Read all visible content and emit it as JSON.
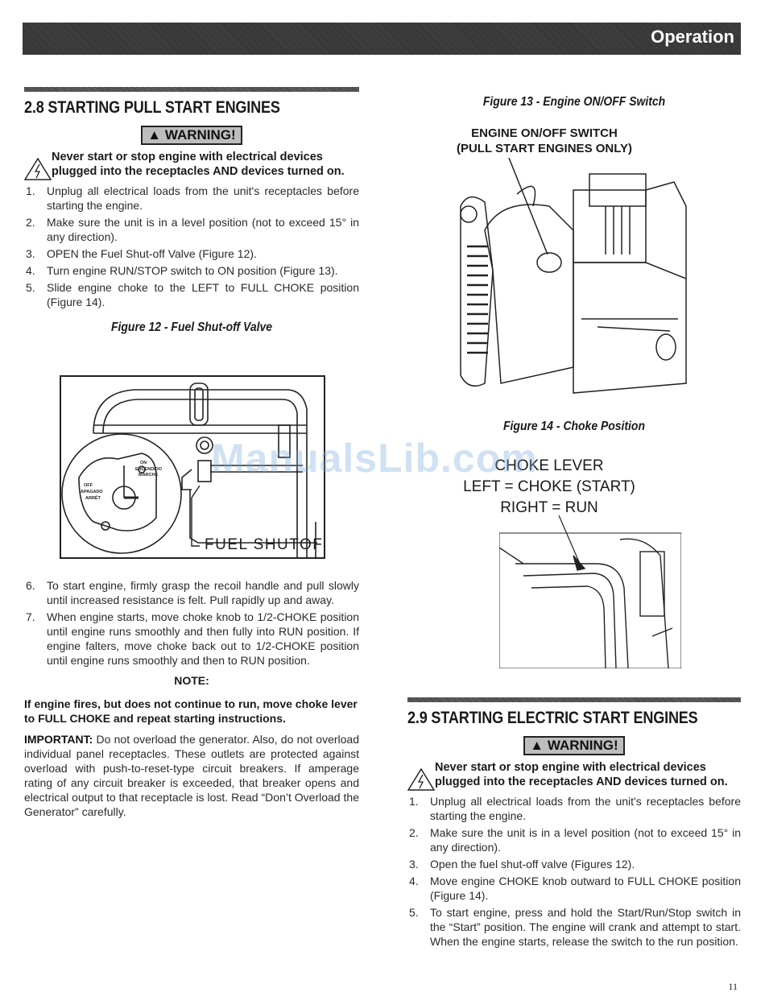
{
  "header": {
    "title": "Operation"
  },
  "section_28": {
    "title": "2.8  STARTING PULL START ENGINES",
    "warning_label": "WARNING!",
    "warning_text": "Never start or stop engine with electrical devices plugged into the receptacles AND devices turned on.",
    "steps_a": [
      {
        "num": "1.",
        "text": "Unplug all electrical loads from the unit's receptacles before starting the engine."
      },
      {
        "num": "2.",
        "text": "Make sure the unit is in a level position (not to exceed 15° in any direction)."
      },
      {
        "num": "3.",
        "text": "OPEN the Fuel Shut-off Valve (Figure 12)."
      },
      {
        "num": "4.",
        "text": "Turn engine RUN/STOP switch to ON position (Figure 13)."
      },
      {
        "num": "5.",
        "text": "Slide engine choke to the LEFT to FULL CHOKE position (Figure 14)."
      }
    ],
    "fig12_caption": "Figure 12 - Fuel Shut-off Valve",
    "fig12_label": "FUEL SHUTOFF",
    "fig12_dial_labels": [
      "ON",
      "ENCENDIDO",
      "MARCHE",
      "OFF",
      "APAGADO",
      "ARRÊT"
    ],
    "steps_b": [
      {
        "num": "6.",
        "text": "To start engine, firmly grasp the recoil handle and pull slowly until increased resistance is felt. Pull rapidly up and away."
      },
      {
        "num": "7.",
        "text": "When engine starts, move choke knob to 1/2-CHOKE position until engine runs smoothly and then fully into RUN position. If engine falters, move choke back out to 1/2-CHOKE position until engine runs smoothly and then to RUN position."
      }
    ],
    "note_head": "NOTE:",
    "note_body": "If engine fires, but does not continue to run, move choke lever to FULL CHOKE and repeat starting instructions.",
    "important_label": "IMPORTANT:",
    "important_text": " Do not overload the generator. Also, do not overload individual panel receptacles. These outlets are protected against overload with push-to-reset-type circuit breakers. If amperage rating of any circuit breaker is exceeded, that breaker opens and electrical output to that receptacle is lost. Read “Don’t Overload the Generator” carefully."
  },
  "fig13": {
    "caption": "Figure 13 - Engine ON/OFF Switch",
    "label_line1": "ENGINE ON/OFF SWITCH",
    "label_line2": "(PULL START ENGINES ONLY)"
  },
  "fig14": {
    "caption": "Figure 14 - Choke Position",
    "label_line1": "CHOKE LEVER",
    "label_line2": "LEFT = CHOKE (START)",
    "label_line3": "RIGHT = RUN"
  },
  "section_29": {
    "title": "2.9  STARTING ELECTRIC START ENGINES",
    "warning_label": "WARNING!",
    "warning_text": "Never start or stop engine with electrical devices plugged into the receptacles AND devices turned on.",
    "steps": [
      {
        "num": "1.",
        "text": "Unplug all electrical loads from the unit's receptacles before starting the engine."
      },
      {
        "num": "2.",
        "text": "Make sure the unit is in a level position (not to exceed 15° in any direction)."
      },
      {
        "num": "3.",
        "text": "Open the fuel shut-off valve (Figures 12)."
      },
      {
        "num": "4.",
        "text": "Move engine CHOKE knob outward to FULL CHOKE position (Figure 14)."
      },
      {
        "num": "5.",
        "text": "To start engine, press and hold the Start/Run/Stop switch in the “Start” position. The engine will crank and attempt to start. When the engine starts, release the switch to the run position."
      }
    ]
  },
  "watermark": "ManualsLib.com",
  "page_number": "11"
}
